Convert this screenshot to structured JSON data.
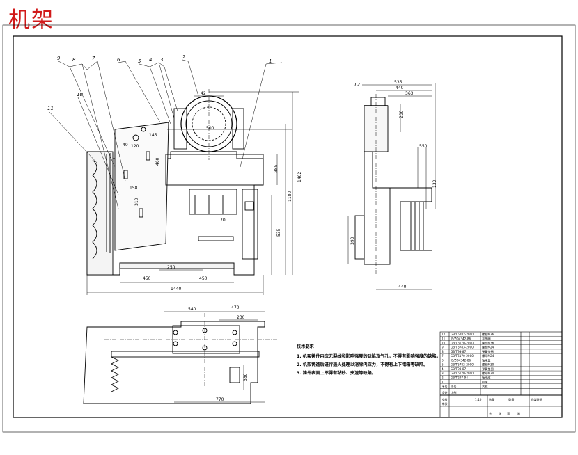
{
  "title": "机架",
  "callouts": [
    "9",
    "8",
    "7",
    "6",
    "5",
    "4",
    "3",
    "2",
    "1",
    "10",
    "11",
    "12"
  ],
  "dimensions": {
    "front": [
      "42",
      "250",
      "500",
      "385",
      "1180",
      "1462",
      "70",
      "535",
      "120",
      "158",
      "450",
      "450",
      "1440",
      "310",
      "460",
      "145",
      "40"
    ],
    "side": [
      "535",
      "440",
      "363",
      "200",
      "550",
      "130",
      "390",
      "440"
    ],
    "top": [
      "540",
      "470",
      "230",
      "380",
      "770"
    ]
  },
  "notes": {
    "heading": "技术要求",
    "items": [
      "1. 机架铸件内应无裂纹和影响强度的缺陷及气孔，不得有影响强度的缺陷。",
      "2. 机架铸造后进行退火处理以消除内应力，不得有上下错箱等缺陷。",
      "3. 铸件表面上不得有粘砂、夹渣等缺陷。"
    ]
  },
  "title_block": {
    "rows": [
      {
        "no": "12",
        "code": "GB/T5782-2000",
        "name": "螺栓M36"
      },
      {
        "no": "11",
        "code": "JB/ZQ4342-86",
        "name": "平垫圈"
      },
      {
        "no": "10",
        "code": "GB/T6170-2000",
        "name": "螺母M36"
      },
      {
        "no": "9",
        "code": "GB/T5783-2000",
        "name": "螺栓M24"
      },
      {
        "no": "8",
        "code": "GB/T93-87",
        "name": "弹簧垫圈"
      },
      {
        "no": "7",
        "code": "GB/T6170-2000",
        "name": "螺母M24"
      },
      {
        "no": "6",
        "code": "JB/ZQ4342-86",
        "name": "轴承盖"
      },
      {
        "no": "5",
        "code": "GB/T5782-2000",
        "name": "螺栓M30"
      },
      {
        "no": "4",
        "code": "GB/T93-87",
        "name": "弹簧垫圈"
      },
      {
        "no": "3",
        "code": "GB/T6170-2000",
        "name": "螺母M30"
      },
      {
        "no": "2",
        "code": "GB/T297-94",
        "name": "轴承座"
      },
      {
        "no": "1",
        "code": "",
        "name": "机架"
      }
    ],
    "header": [
      "序号",
      "代号",
      "名称"
    ],
    "labels": [
      "设计",
      "校核",
      "审核",
      "比例",
      "1:10",
      "数量",
      "重量",
      "机架装配",
      "共",
      "张",
      "第",
      "张"
    ]
  }
}
